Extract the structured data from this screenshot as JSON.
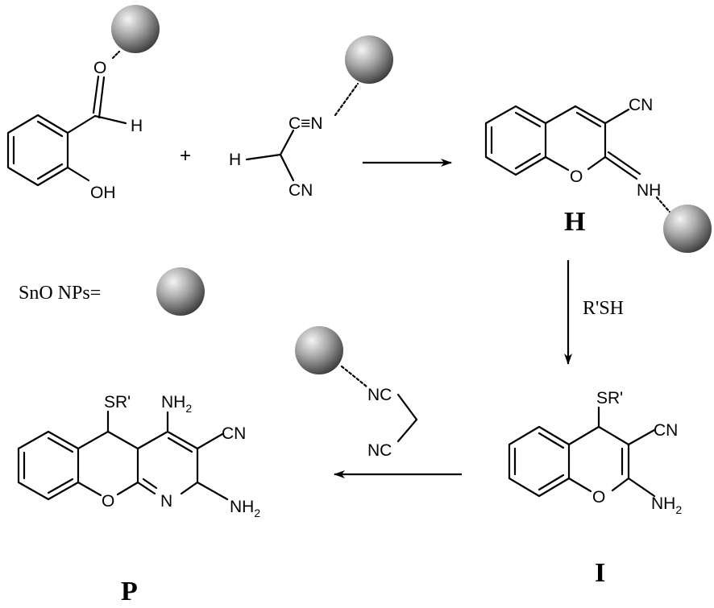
{
  "atoms": {
    "O": "O",
    "H": "H",
    "OH": "OH",
    "CN": "CN",
    "CEqN": "C≡N",
    "NH": "NH",
    "NH2": "NH",
    "sub2": "2",
    "SR": "SR'",
    "N": "N",
    "NC": "NC"
  },
  "plus": "+",
  "legend": "SnO NPs=",
  "reagent": "R'SH",
  "labels": {
    "H": "H",
    "I": "I",
    "P": "P"
  },
  "colors": {
    "sphere_light": "#f2f2f2",
    "sphere_mid": "#9a9a9a",
    "sphere_dark": "#3a3a3a"
  }
}
